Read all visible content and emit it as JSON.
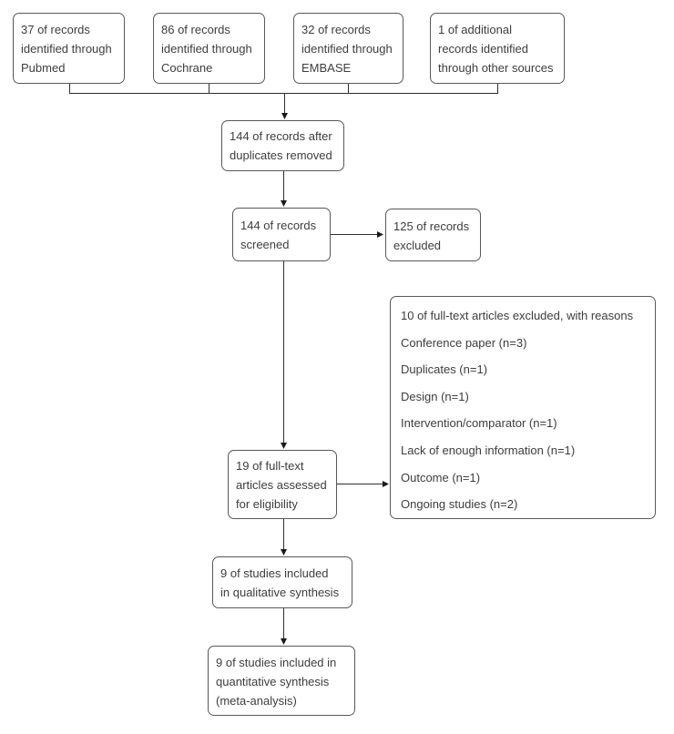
{
  "colors": {
    "background": "#ffffff",
    "box_border": "#58585a",
    "box_fill": "#ffffff",
    "text": "#3d3d3d",
    "line": "#2e2e2e",
    "arrowhead": "#1a1a1a"
  },
  "flow": {
    "sources": [
      {
        "id": "pubmed",
        "lines": [
          "37 of records",
          "identified through",
          "Pubmed"
        ]
      },
      {
        "id": "cochrane",
        "lines": [
          "86 of records",
          "identified through",
          "Cochrane"
        ]
      },
      {
        "id": "embase",
        "lines": [
          "32 of records",
          "identified through",
          "EMBASE"
        ]
      },
      {
        "id": "other",
        "lines": [
          "1 of additional",
          "records identified",
          "through other sources"
        ]
      }
    ],
    "duplicates_removed": {
      "lines": [
        "144 of records after",
        "duplicates removed"
      ]
    },
    "screened": {
      "lines": [
        "144 of records",
        "screened"
      ]
    },
    "excluded": {
      "lines": [
        "125 of records",
        "excluded"
      ]
    },
    "fulltext_assessed": {
      "lines": [
        "19 of full-text",
        "articles assessed",
        "for eligibility"
      ]
    },
    "fulltext_excluded": {
      "lines": [
        "10 of full-text articles excluded, with reasons",
        "Conference paper (n=3)",
        "Duplicates (n=1)",
        "Design (n=1)",
        "Intervention/comparator (n=1)",
        "Lack of enough information (n=1)",
        "Outcome (n=1)",
        "Ongoing studies (n=2)"
      ]
    },
    "qualitative": {
      "lines": [
        "9 of studies included",
        "in qualitative synthesis"
      ]
    },
    "quantitative": {
      "lines": [
        "9 of studies included in",
        "quantitative synthesis",
        "(meta-analysis)"
      ]
    }
  }
}
